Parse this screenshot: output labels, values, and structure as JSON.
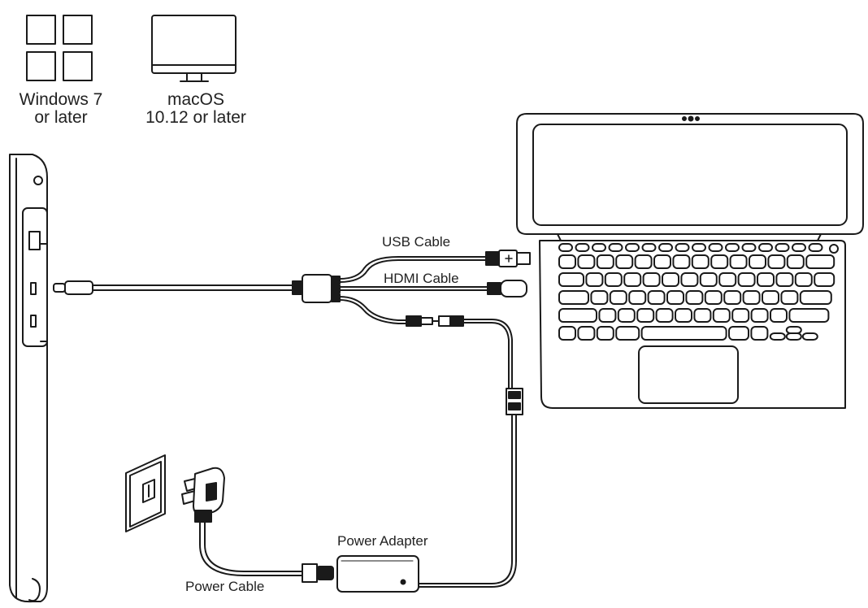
{
  "os_requirements": [
    {
      "icon": "windows-logo-icon",
      "line1": "Windows 7",
      "line2": "or later"
    },
    {
      "icon": "monitor-icon",
      "line1": "macOS",
      "line2": "10.12 or later"
    }
  ],
  "labels": {
    "usb_cable": "USB Cable",
    "hdmi_cable": "HDMI Cable",
    "power_adapter": "Power Adapter",
    "power_cable": "Power Cable"
  },
  "colors": {
    "stroke": "#1a1a1a",
    "fill": "#ffffff",
    "text": "#222222"
  }
}
